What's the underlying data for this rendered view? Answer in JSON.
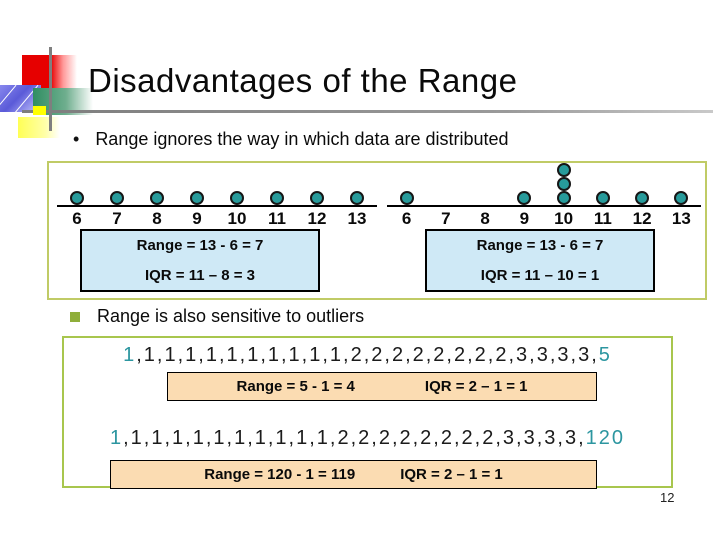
{
  "slide": {
    "title": "Disadvantages of the Range",
    "page_number": "12"
  },
  "bullets": {
    "bullet1_marker": "•",
    "bullet1": "Range ignores the way in which data are distributed",
    "bullet2": "Range is also sensitive to outliers"
  },
  "dot_plots": {
    "axis_labels": [
      "6",
      "7",
      "8",
      "9",
      "10",
      "11",
      "12",
      "13"
    ],
    "left": {
      "counts": [
        1,
        1,
        1,
        1,
        1,
        1,
        1,
        1
      ],
      "range_label": "Range = 13 - 6 = 7",
      "iqr_label": "IQR = 11 – 8 = 3"
    },
    "right": {
      "counts": [
        1,
        0,
        0,
        1,
        3,
        1,
        1,
        1
      ],
      "range_label": "Range = 13 - 6 = 7",
      "iqr_label": "IQR = 11 – 10 = 1"
    }
  },
  "outlier_examples": [
    {
      "prefix": "1",
      "middle": ",1,1,1,1,1,1,1,1,1,1,2,2,2,2,2,2,2,2,3,3,3,3,",
      "suffix": "5",
      "range_label": "Range = 5 - 1 = 4",
      "iqr_label": "IQR = 2 – 1 = 1"
    },
    {
      "prefix": "1",
      "middle": ",1,1,1,1,1,1,1,1,1,1,2,2,2,2,2,2,2,2,3,3,3,3,",
      "suffix": "120",
      "range_label": "Range = 120 - 1 = 119",
      "iqr_label": "IQR = 2 – 1 = 1"
    }
  ],
  "chart_data": [
    {
      "type": "scatter",
      "subtype": "dot-plot",
      "x": [
        6,
        7,
        8,
        9,
        10,
        11,
        12,
        13
      ],
      "counts": [
        1,
        1,
        1,
        1,
        1,
        1,
        1,
        1
      ],
      "annotations": [
        "Range = 13 - 6 = 7",
        "IQR = 11 – 8 = 3"
      ]
    },
    {
      "type": "scatter",
      "subtype": "dot-plot",
      "x": [
        6,
        7,
        8,
        9,
        10,
        11,
        12,
        13
      ],
      "counts": [
        1,
        0,
        0,
        1,
        3,
        1,
        1,
        1
      ],
      "annotations": [
        "Range = 13 - 6 = 7",
        "IQR = 11 – 10 = 1"
      ]
    }
  ],
  "colors": {
    "accent_teal_dot": "#279b9b",
    "teal_text": "#2c96a0",
    "plots_box_border": "#c0cb66",
    "outliers_box_border": "#a8c64e",
    "info_box_blue": "#cfe9f6",
    "calc_box_peach": "#fbdcb2",
    "bullet_square_green": "#8fae3a"
  }
}
